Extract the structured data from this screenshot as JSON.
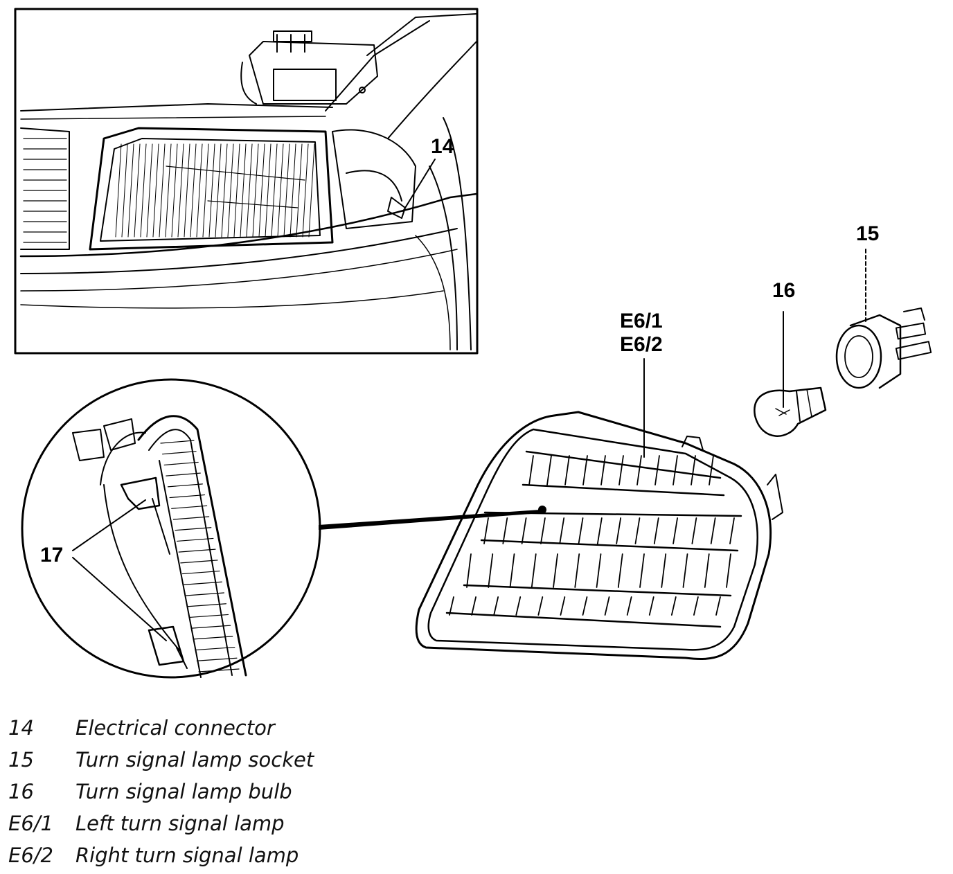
{
  "callouts": {
    "c14": "14",
    "c15": "15",
    "c16": "16",
    "c17": "17",
    "e61": "E6/1",
    "e62": "E6/2"
  },
  "legend": [
    {
      "code": "14",
      "text": "Electrical connector"
    },
    {
      "code": "15",
      "text": "Turn signal lamp socket"
    },
    {
      "code": "16",
      "text": "Turn signal lamp bulb"
    },
    {
      "code": "E6/1",
      "text": "Left turn signal lamp"
    },
    {
      "code": "E6/2",
      "text": "Right turn signal lamp"
    }
  ],
  "colors": {
    "ink": "#000000",
    "paper": "#ffffff"
  }
}
